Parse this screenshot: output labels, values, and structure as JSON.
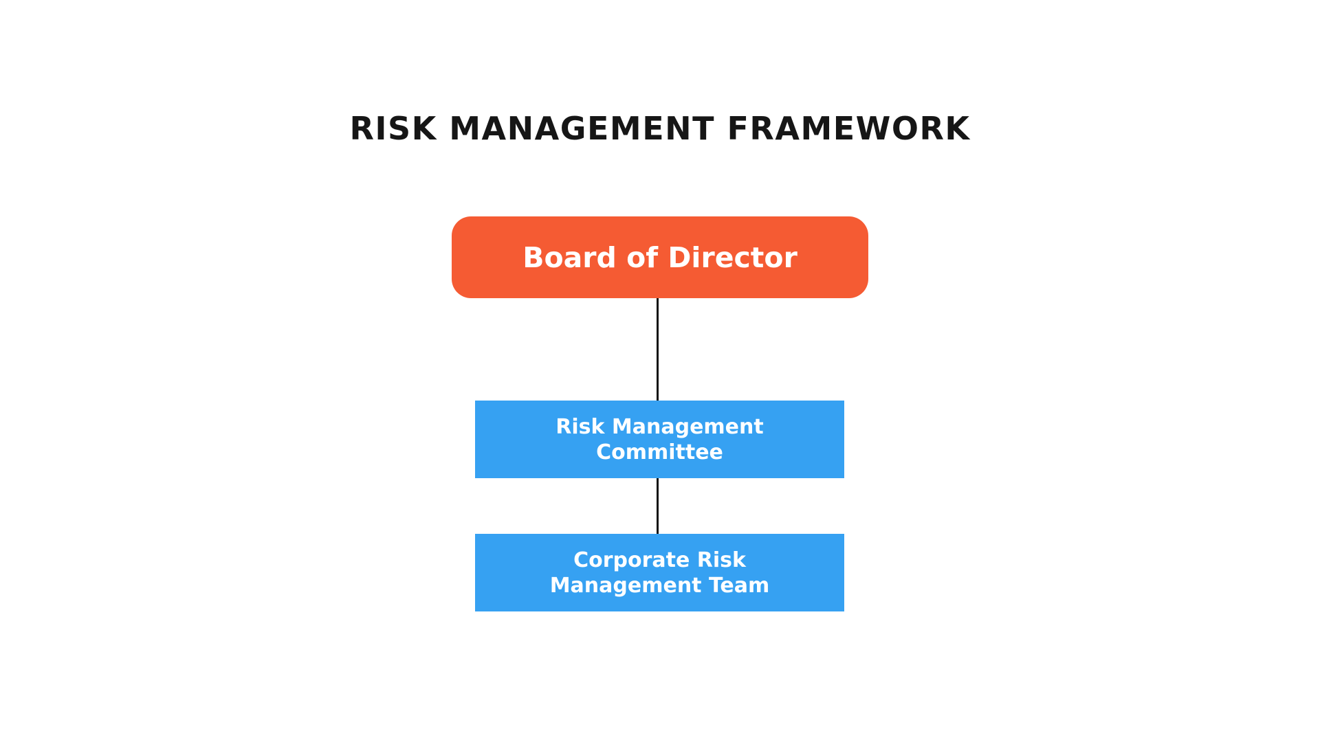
{
  "title": "RISK MANAGEMENT FRAMEWORK",
  "nodes": {
    "board": {
      "label": "Board of Director",
      "color": "#F55B33"
    },
    "committee": {
      "label": "Risk Management Committee",
      "color": "#36A1F2"
    },
    "team": {
      "label": "Corporate Risk Management Team",
      "color": "#36A1F2"
    }
  },
  "connector_color": "#111111"
}
